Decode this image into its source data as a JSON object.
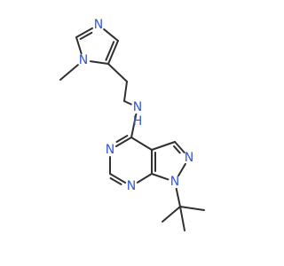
{
  "molecule": {
    "atoms": [
      {
        "id": "n_im1",
        "label": "N",
        "color": "#3355dd"
      },
      {
        "id": "c_im2",
        "label": "",
        "color": "#303030"
      },
      {
        "id": "n_im3",
        "label": "N",
        "color": "#3355dd"
      },
      {
        "id": "c_im4",
        "label": "",
        "color": "#303030"
      },
      {
        "id": "c_im5",
        "label": "",
        "color": "#303030"
      },
      {
        "id": "c_methyl",
        "label": "",
        "color": "#303030"
      },
      {
        "id": "c_chain1",
        "label": "",
        "color": "#303030"
      },
      {
        "id": "c_chain2",
        "label": "",
        "color": "#303030"
      },
      {
        "id": "n_amine",
        "label": "N",
        "h_label": "H",
        "color": "#3355dd"
      },
      {
        "id": "c4",
        "label": "",
        "color": "#303030"
      },
      {
        "id": "n5",
        "label": "N",
        "color": "#3355dd"
      },
      {
        "id": "c6",
        "label": "",
        "color": "#303030"
      },
      {
        "id": "n7",
        "label": "N",
        "color": "#3355dd"
      },
      {
        "id": "c7a",
        "label": "",
        "color": "#303030"
      },
      {
        "id": "c3a",
        "label": "",
        "color": "#303030"
      },
      {
        "id": "c3",
        "label": "",
        "color": "#303030"
      },
      {
        "id": "n2",
        "label": "N",
        "color": "#3355dd"
      },
      {
        "id": "n1",
        "label": "N",
        "color": "#3355dd"
      },
      {
        "id": "c_tbu",
        "label": "",
        "color": "#303030"
      },
      {
        "id": "c_tbu_a",
        "label": "",
        "color": "#303030"
      },
      {
        "id": "c_tbu_b",
        "label": "",
        "color": "#303030"
      },
      {
        "id": "c_tbu_c",
        "label": "",
        "color": "#303030"
      }
    ],
    "bonds": [
      {
        "a": "n_im1",
        "b": "c_methyl",
        "order": 1
      },
      {
        "a": "n_im1",
        "b": "c_im2",
        "order": 1
      },
      {
        "a": "c_im2",
        "b": "n_im3",
        "order": 2
      },
      {
        "a": "n_im3",
        "b": "c_im4",
        "order": 1
      },
      {
        "a": "c_im4",
        "b": "c_im5",
        "order": 2
      },
      {
        "a": "c_im5",
        "b": "n_im1",
        "order": 1
      },
      {
        "a": "c_im5",
        "b": "c_chain1",
        "order": 1
      },
      {
        "a": "c_chain1",
        "b": "c_chain2",
        "order": 1
      },
      {
        "a": "c_chain2",
        "b": "n_amine",
        "order": 1
      },
      {
        "a": "n_amine",
        "b": "c4",
        "order": 1
      },
      {
        "a": "c4",
        "b": "n5",
        "order": 2
      },
      {
        "a": "n5",
        "b": "c6",
        "order": 1
      },
      {
        "a": "c6",
        "b": "n7",
        "order": 2
      },
      {
        "a": "n7",
        "b": "c7a",
        "order": 1
      },
      {
        "a": "c7a",
        "b": "c3a",
        "order": 2
      },
      {
        "a": "c3a",
        "b": "c4",
        "order": 1
      },
      {
        "a": "c3a",
        "b": "c3",
        "order": 1
      },
      {
        "a": "c3",
        "b": "n2",
        "order": 2
      },
      {
        "a": "n2",
        "b": "n1",
        "order": 1
      },
      {
        "a": "n1",
        "b": "c7a",
        "order": 1
      },
      {
        "a": "n1",
        "b": "c_tbu",
        "order": 1
      },
      {
        "a": "c_tbu",
        "b": "c_tbu_a",
        "order": 1
      },
      {
        "a": "c_tbu",
        "b": "c_tbu_b",
        "order": 1
      },
      {
        "a": "c_tbu",
        "b": "c_tbu_c",
        "order": 1
      }
    ]
  }
}
